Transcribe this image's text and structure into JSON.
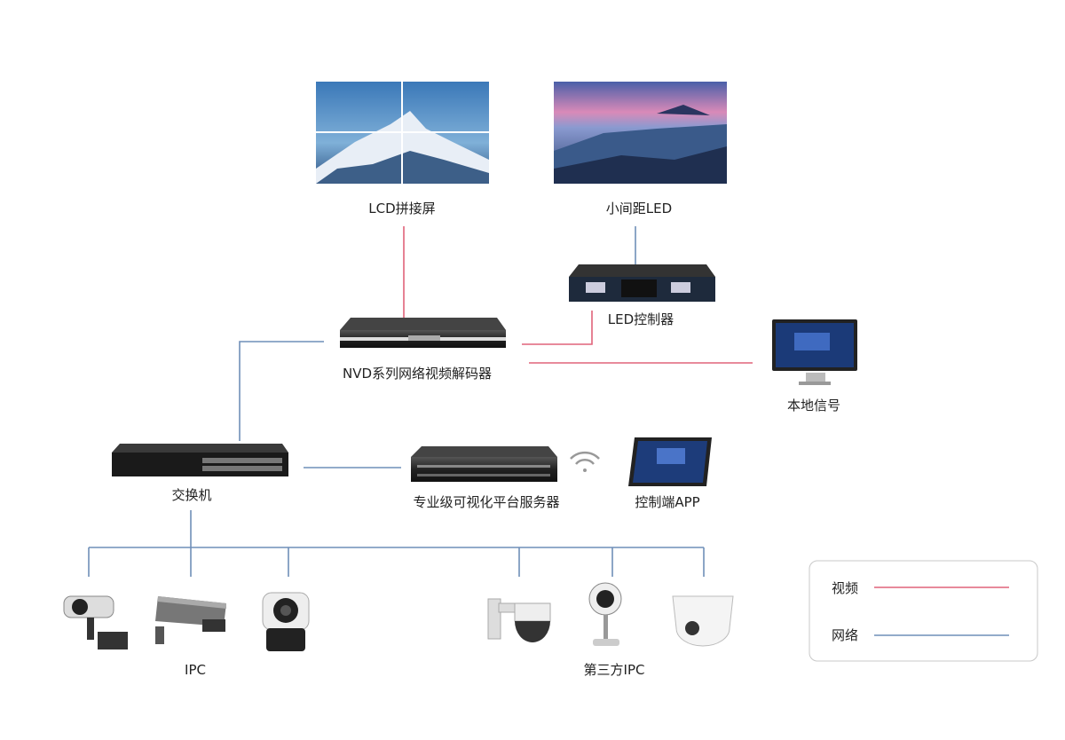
{
  "nodes": {
    "lcd": "LCD拼接屏",
    "led": "小间距LED",
    "led_controller": "LED控制器",
    "nvd": "NVD系列网络视频解码器",
    "local_signal": "本地信号",
    "switch": "交换机",
    "server": "专业级可视化平台服务器",
    "app": "控制端APP",
    "ipc": "IPC",
    "third_party_ipc": "第三方IPC"
  },
  "legend": {
    "video": "视频",
    "network": "网络"
  },
  "colors": {
    "video": "#e0637a",
    "network": "#6f8fb8"
  }
}
